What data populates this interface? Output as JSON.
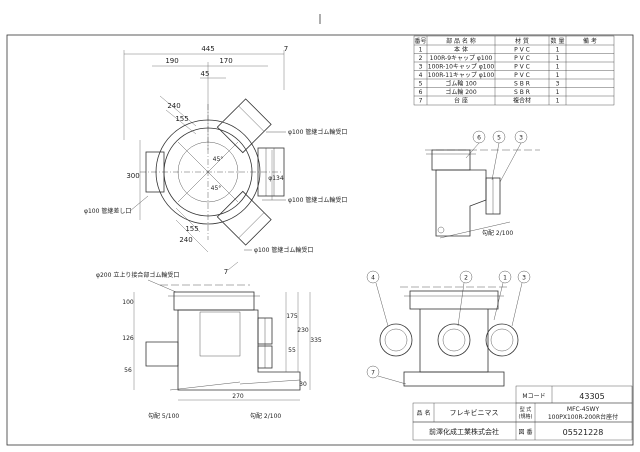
{
  "parts_header": {
    "no": "番号",
    "name": "部 品 名 称",
    "material": "材 質",
    "qty": "数 量",
    "note": "備 考"
  },
  "parts": [
    {
      "no": "1",
      "name": "本 体",
      "material": "P V C",
      "qty": "1"
    },
    {
      "no": "2",
      "name": "100R-9キャップ φ100",
      "material": "P V C",
      "qty": "1"
    },
    {
      "no": "3",
      "name": "100R-10キャップ φ100",
      "material": "P V C",
      "qty": "1"
    },
    {
      "no": "4",
      "name": "100R-11キャップ φ100",
      "material": "P V C",
      "qty": "1"
    },
    {
      "no": "5",
      "name": "ゴム輪 100",
      "material": "S B R",
      "qty": "3"
    },
    {
      "no": "6",
      "name": "ゴム輪 200",
      "material": "S B R",
      "qty": "1"
    },
    {
      "no": "7",
      "name": "台 座",
      "material": "複合材",
      "qty": "1"
    }
  ],
  "title_block": {
    "mcode_label": "Mコード",
    "mcode": "43305",
    "name_label": "品 名",
    "name": "フレキビニマス",
    "model_label": "型 式",
    "model_label2": "(規格)",
    "model": "MFC-45WY",
    "spec": "100PX100R-200R台座付",
    "company": "前澤化成工業株式会社",
    "drawing_no_label": "図 番",
    "drawing_no": "05521228"
  },
  "plan_dims": {
    "d445": "445",
    "d7": "7",
    "d190": "190",
    "d170": "170",
    "d45": "45",
    "d240a": "240",
    "d155a": "155",
    "d300": "300",
    "d134": "φ134",
    "d155b": "155",
    "d240b": "240",
    "d7b": "7",
    "a45a": "45°",
    "a45b": "45°"
  },
  "plan_labels": {
    "right_top": "φ100 管継ゴム輪受口",
    "left": "φ100 管継差し口",
    "right_mid": "φ100 管継ゴム輪受口",
    "bottom": "φ100 管継ゴム輪受口"
  },
  "elev_dims": {
    "d100": "100",
    "d126": "126",
    "d56": "56",
    "d175": "175",
    "d230": "230",
    "d55": "55",
    "d335": "335",
    "d30": "30",
    "d270": "270"
  },
  "elev_labels": {
    "top": "φ200 立上り接合部ゴム輪受口",
    "slope_left": "勾配 5/100",
    "slope_right": "勾配 2/100"
  },
  "side_labels": {
    "slope": "勾配 2/100"
  },
  "balloons": {
    "a": "6",
    "b": "5",
    "c": "3",
    "d": "4",
    "e": "2",
    "f": "1",
    "g": "3",
    "h": "7"
  }
}
